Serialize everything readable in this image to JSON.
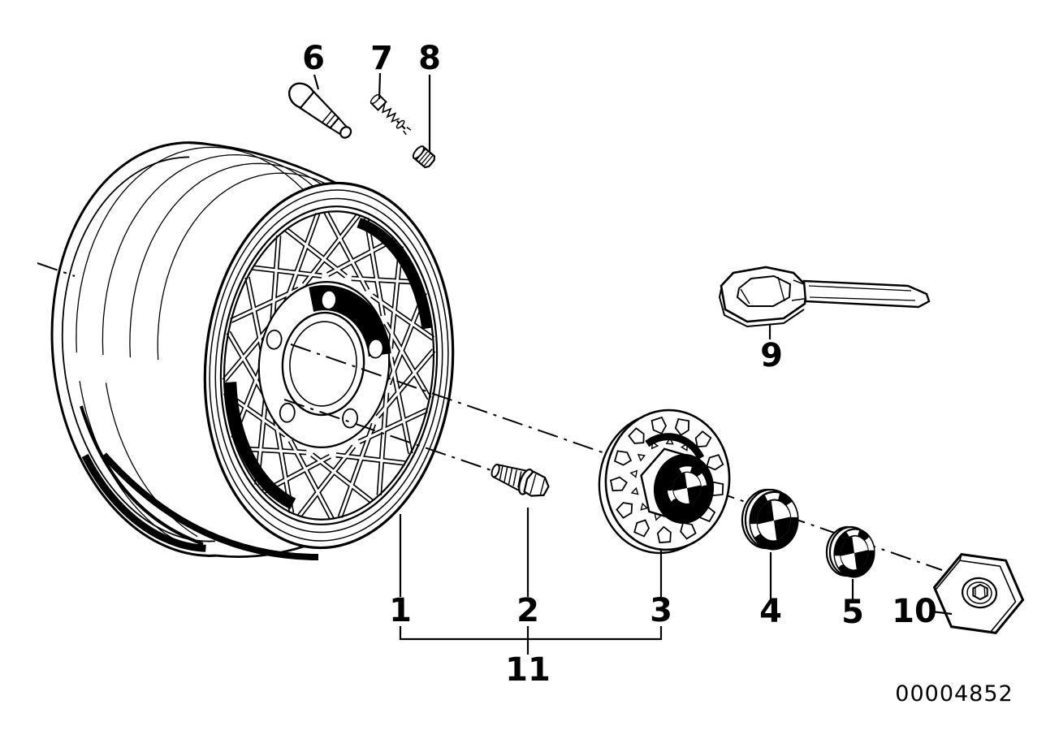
{
  "diagram": {
    "callouts": {
      "1": "1",
      "2": "2",
      "3": "3",
      "4": "4",
      "5": "5",
      "6": "6",
      "7": "7",
      "8": "8",
      "9": "9",
      "10": "10",
      "11": "11"
    },
    "document_number": "00004852"
  },
  "colors": {
    "line": "#000000",
    "background": "#ffffff"
  }
}
